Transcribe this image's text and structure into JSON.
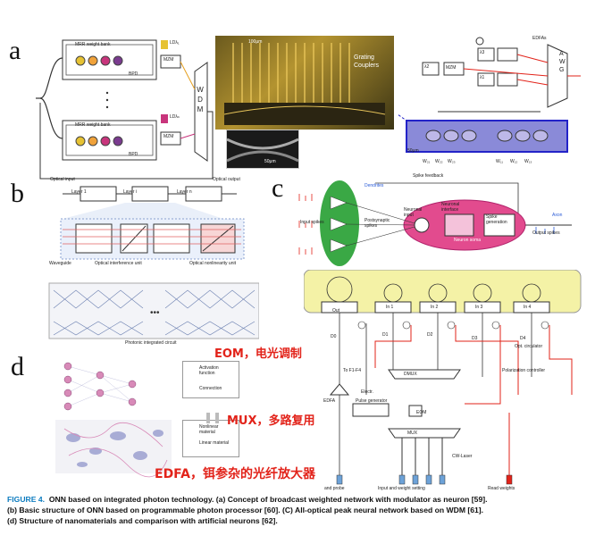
{
  "panels": {
    "a": {
      "letter": "a",
      "mrr_top": "MRR weight bank",
      "mrr_bottom": "MRR weight bank",
      "ld1": "LDλ₁",
      "ldn": "LDλₙ",
      "mzm_top": "MZM",
      "mzm_bottom": "MZM",
      "bpd_top": "BPD",
      "bpd_bottom": "BPD",
      "wdm": "WDM",
      "scale_100": "100μm",
      "grating": "Grating Couplers",
      "scale_50_inset": "50μm",
      "l2": "λ2",
      "l3": "λ3",
      "l1": "λ1",
      "mzm_r": "MZM",
      "awg": "AWG",
      "edfa": "EDFAs",
      "scale_50": "50μm",
      "w21": "W₂₁",
      "w22": "W₂₂",
      "w23": "W₂₃",
      "w11": "W₁₁",
      "w12": "W₁₂",
      "w13": "W₁₃"
    },
    "b": {
      "letter": "b",
      "optical_input": "Optical input",
      "optical_output": "Optical output",
      "layer1": "Layer 1",
      "layeri": "Layer i",
      "layern": "Layer n",
      "waveguide": "Waveguide",
      "oiu": "Optical interference unit",
      "onu": "Optical nonlinearity unit",
      "pic": "Photonic integrated circuit"
    },
    "c": {
      "letter": "c",
      "spike_feedback": "Spike feedback",
      "dendrites": "Dendrites",
      "input_spikes": "Input spikes",
      "postsynaptic": "Postsynaptic spikes",
      "neuronal_input": "Neuronal input",
      "neuronal_interface": "Neuronal interface",
      "spike_generation": "Spike generation",
      "neuron_soma": "Neuron soma",
      "axon": "Axon",
      "output_spikes": "Output spikes",
      "out": "Out",
      "in1": "In 1",
      "in2": "In 2",
      "in3": "In 3",
      "in4": "In 4",
      "opt_circ": "Opt. circulator",
      "to_f": "To F1-F4",
      "d0": "D0",
      "d1": "D1",
      "d2": "D2",
      "d3": "D3",
      "d4": "D4",
      "dmux": "DMUX",
      "elect": "Electr.",
      "pulse_gen": "Pulse generator",
      "eom_box": "EOM",
      "edfa_box": "EDFA",
      "mux": "MUX",
      "pol": "Polarization controller",
      "cw": "CW-Laser",
      "and_probe": "and probe",
      "input_weight": "Input and weight setting",
      "read_weights": "Read weights"
    },
    "d": {
      "letter": "d",
      "activation": "Activation function",
      "connection": "Connection",
      "nonlinear": "Nonlinear material",
      "linear": "Linear material"
    }
  },
  "annotations": {
    "eom": "EOM，电光调制",
    "mux": "MUX，多路复用",
    "edfa": "EDFA，铒参杂的光纤放大器"
  },
  "caption": {
    "fig": "FIGURE 4.",
    "line1": "ONN based on integrated photon technology. (a) Concept of broadcast weighted network with modulator as neuron [59].",
    "line2": "(b) Basic structure of ONN based on programmable photon processor [60]. (C) All-optical peak neural network based on WDM [61].",
    "line3": "(d) Structure of nanomaterials and comparison with artificial neurons [62]."
  },
  "colors": {
    "red": "#e2231a",
    "blue": "#0b7bbf",
    "soma": "#e24b8e",
    "green": "#3aa845",
    "yellow": "#f4f2a6"
  }
}
